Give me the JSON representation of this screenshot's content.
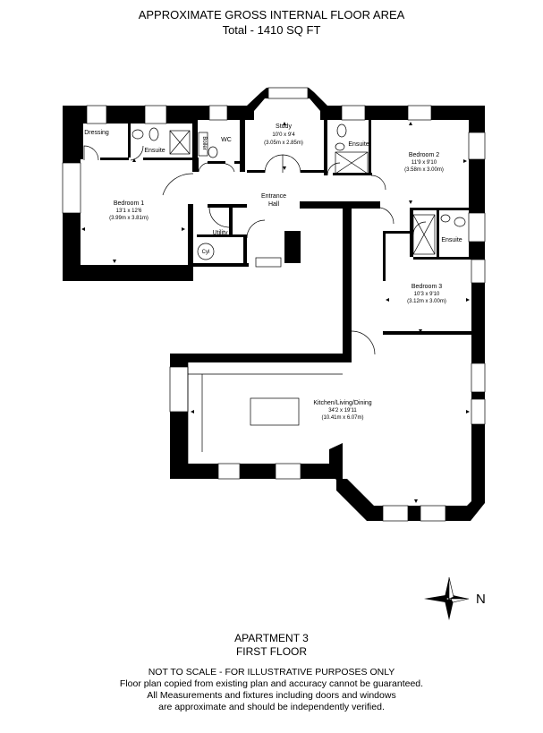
{
  "header": {
    "title": "APPROXIMATE GROSS INTERNAL FLOOR AREA",
    "total": "Total - 1410 SQ FT"
  },
  "rooms": {
    "dressing": "Dressing",
    "ensuite1": "Ensuite",
    "boiler": "Boiler",
    "wc": "WC",
    "study": {
      "name": "Study",
      "dim_imperial": "10'0 x 9'4",
      "dim_metric": "(3.05m x 2.85m)"
    },
    "ensuite2": "Ensuite",
    "bedroom2": {
      "name": "Bedroom 2",
      "dim_imperial": "11'9 x 9'10",
      "dim_metric": "(3.58m x 3.00m)"
    },
    "bedroom1": {
      "name": "Bedroom 1",
      "dim_imperial": "13'1 x 12'6",
      "dim_metric": "(3.99m x 3.81m)"
    },
    "entrance_hall_line1": "Entrance",
    "entrance_hall_line2": "Hall",
    "utility": "Utility",
    "cyl": "Cyl",
    "ensuite3": "Ensuite",
    "bedroom3": {
      "name": "Bedroom 3",
      "dim_imperial": "10'3 x 9'10",
      "dim_metric": "(3.12m x 3.00m)"
    },
    "kitchen": {
      "name": "Kitchen/Living/Dining",
      "dim_imperial": "34'2 x 19'11",
      "dim_metric": "(10.41m x 6.07m)"
    }
  },
  "compass": {
    "label": "N",
    "icon": "compass-rose-icon"
  },
  "footer": {
    "apartment": "APARTMENT 3",
    "floor": "FIRST FLOOR",
    "disclaimer": "NOT TO SCALE - FOR ILLUSTRATIVE PURPOSES ONLY",
    "line2": "Floor plan copied from existing plan and accuracy cannot be guaranteed.",
    "line3": "All Measurements and fixtures including doors and windows",
    "line4": "are approximate and should be independently verified."
  },
  "colors": {
    "wall": "#000000",
    "window": "#ffffff",
    "text": "#000000"
  }
}
